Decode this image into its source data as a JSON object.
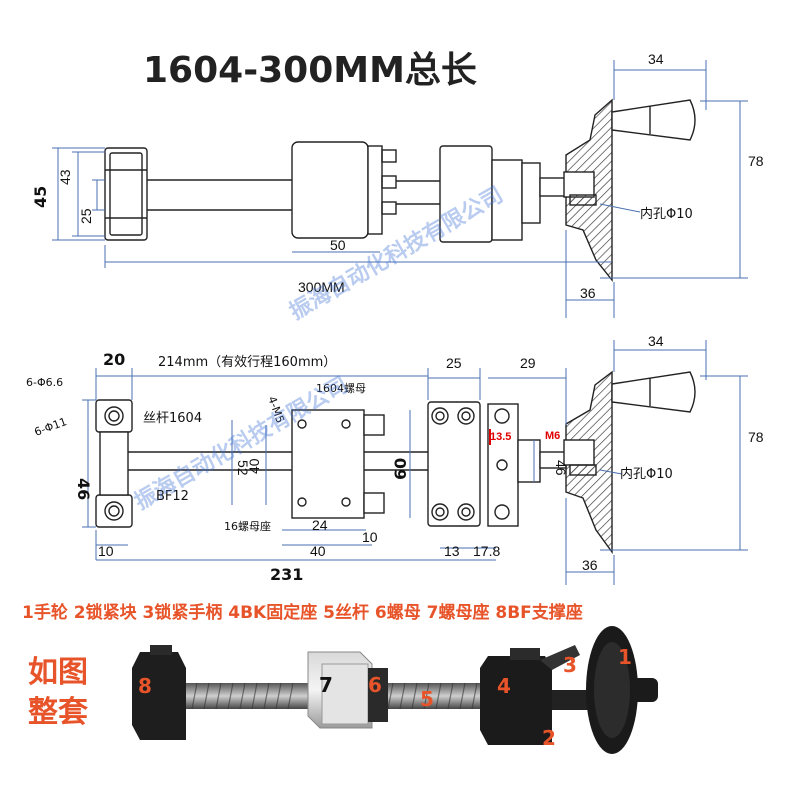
{
  "title": "1604-300MM总长",
  "top_view": {
    "dim_34": "34",
    "dim_78": "78",
    "dim_45": "45",
    "dim_43": "43",
    "dim_25": "25",
    "dim_50": "50",
    "dim_300": "300MM",
    "dim_36": "36",
    "hole_label": "内孔Φ10"
  },
  "bottom_view": {
    "dim_20": "20",
    "stroke": "214mm（有效行程160mm）",
    "dim_25": "25",
    "dim_29": "29",
    "dim_34": "34",
    "dim_78": "78",
    "hole_6_6": "6-Φ6.6",
    "hole_11": "6-Φ11",
    "m5": "4-M5",
    "nut_label": "1604螺母",
    "screw_label": "丝杆1604",
    "dim_52": "52",
    "dim_40v": "40",
    "dim_60": "60",
    "dim_13_5": "13.5",
    "m6": "M6",
    "dim_46r": "46",
    "dim_46l": "46",
    "hole_label": "内孔Φ10",
    "bf_label": "BF12",
    "nut_seat": "16螺母座",
    "dim_24": "24",
    "dim_10a": "10",
    "dim_40h": "40",
    "dim_10b": "10",
    "dim_13": "13",
    "dim_17_8": "17.8",
    "dim_36": "36",
    "dim_231": "231"
  },
  "watermark": "振海自动化科技有限公司",
  "legend": "1手轮 2锁紧块 3锁紧手柄 4BK固定座 5丝杆 6螺母 7螺母座 8BF支撑座",
  "photo": {
    "label_line1": "如图",
    "label_line2": "整套",
    "n1": "1",
    "n2": "2",
    "n3": "3",
    "n4": "4",
    "n5": "5",
    "n6": "6",
    "n7": "7",
    "n8": "8"
  },
  "colors": {
    "accent": "#e8542a",
    "dim_line": "#4a6fb0",
    "outline": "#222222",
    "hatch": "#444444"
  }
}
